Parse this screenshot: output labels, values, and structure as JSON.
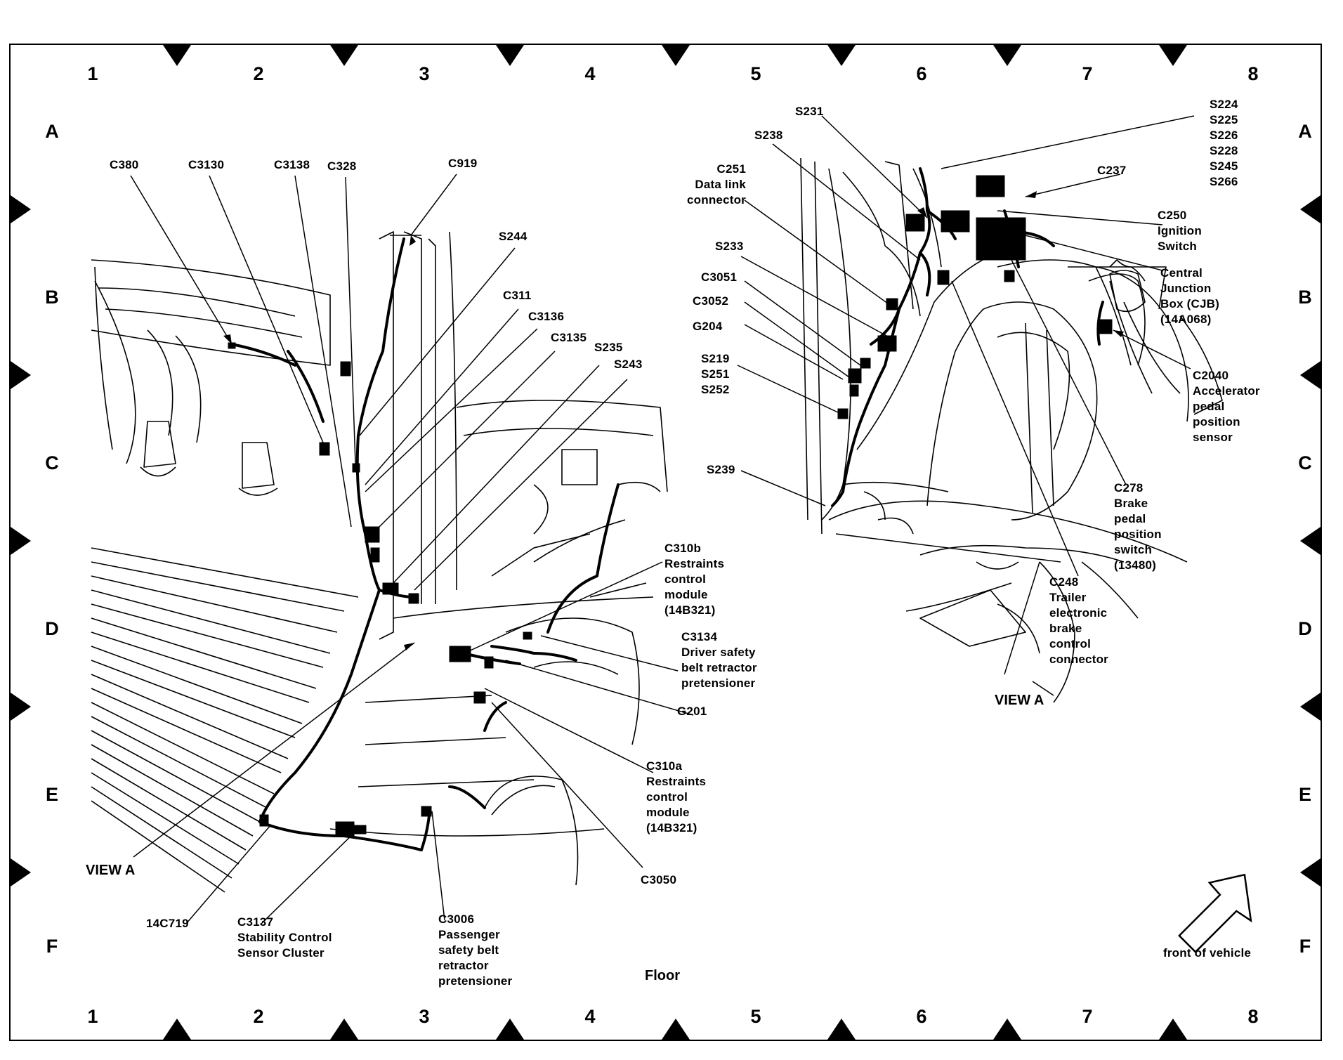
{
  "grid": {
    "columns": [
      "1",
      "2",
      "3",
      "4",
      "5",
      "6",
      "7",
      "8"
    ],
    "rows": [
      "A",
      "B",
      "C",
      "D",
      "E",
      "F"
    ]
  },
  "labels": {
    "C380": "C380",
    "C3130": "C3130",
    "C3138": "C3138",
    "C328": "C328",
    "C919": "C919",
    "S244": "S244",
    "C311": "C311",
    "C3136": "C3136",
    "C3135": "C3135",
    "S235": "S235",
    "S243": "S243",
    "C310b": [
      "C310b",
      "Restraints",
      "control",
      "module",
      "(14B321)"
    ],
    "C3134": [
      "C3134",
      "Driver safety",
      "belt retractor",
      "pretensioner"
    ],
    "G201": "G201",
    "C310a": [
      "C310a",
      "Restraints",
      "control",
      "module",
      "(14B321)"
    ],
    "C3050": "C3050",
    "view_a_left": "VIEW A",
    "P14C719": "14C719",
    "C3137": [
      "C3137",
      "Stability Control",
      "Sensor Cluster"
    ],
    "C3006": [
      "C3006",
      "Passenger",
      "safety belt",
      "retractor",
      "pretensioner"
    ],
    "floor": "Floor",
    "S231": "S231",
    "S238": "S238",
    "C251": [
      "C251",
      "Data link",
      "connector"
    ],
    "S224_group": [
      "S224",
      "S225",
      "S226",
      "S228",
      "S245",
      "S266"
    ],
    "C237": "C237",
    "C250": [
      "C250",
      "Ignition",
      "Switch"
    ],
    "CJB": [
      "Central",
      "Junction",
      "Box (CJB)",
      "(14A068)"
    ],
    "S233": "S233",
    "C3051": "C3051",
    "C3052": "C3052",
    "G204": "G204",
    "S219_group": [
      "S219",
      "S251",
      "S252"
    ],
    "S239": "S239",
    "C2040": [
      "C2040",
      "Accelerator",
      "pedal",
      "position",
      "sensor"
    ],
    "C278": [
      "C278",
      "Brake",
      "pedal",
      "position",
      "switch",
      "(13480)"
    ],
    "C248": [
      "C248",
      "Trailer",
      "electronic",
      "brake",
      "control",
      "connector"
    ],
    "view_a_right": "VIEW A",
    "front_of_vehicle": "front of vehicle"
  }
}
